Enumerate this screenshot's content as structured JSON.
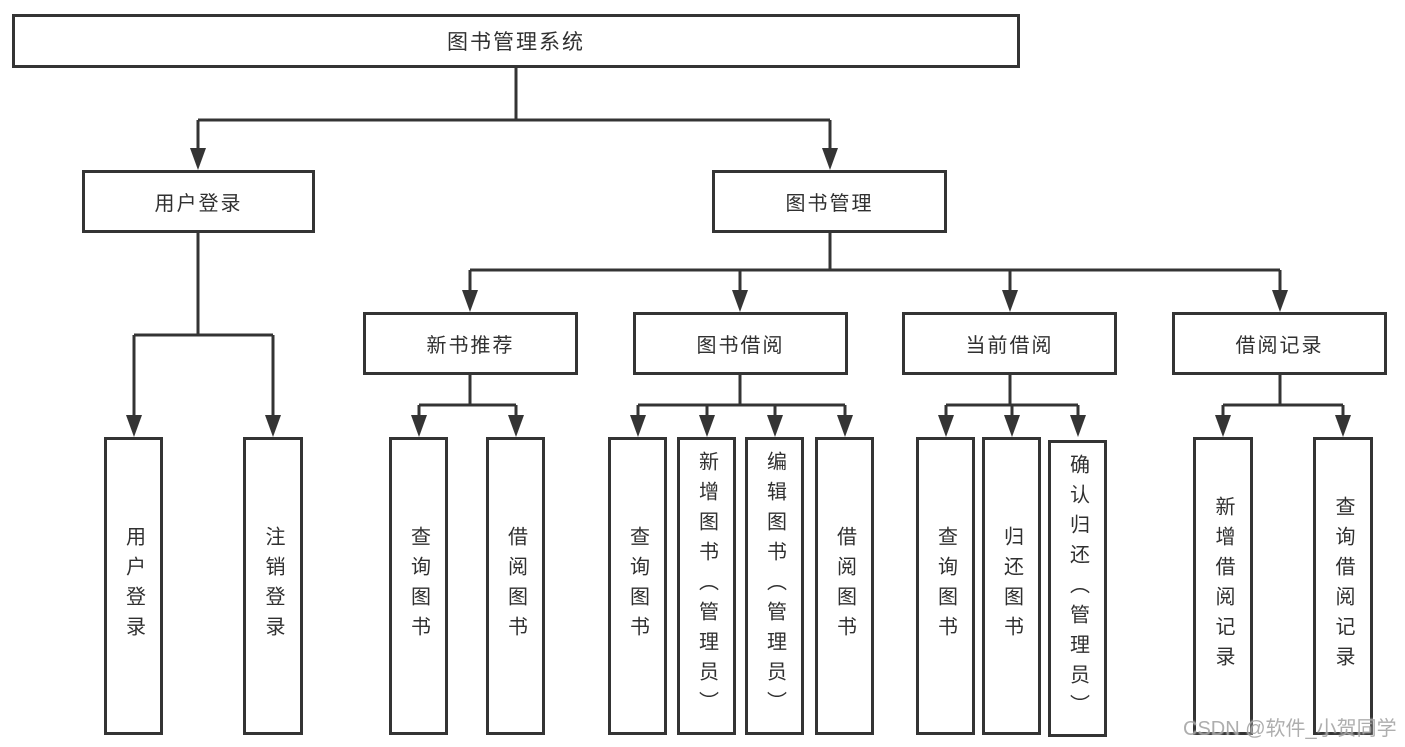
{
  "colors": {
    "line": "#343434",
    "border": "#343434",
    "text": "#303030",
    "background": "#ffffff",
    "watermark": "#a6a6a6"
  },
  "watermark": {
    "text": "CSDN @软件_小贺同学"
  },
  "tree": {
    "root": {
      "label": "图书管理系统"
    },
    "branches": [
      {
        "label": "用户登录",
        "children": [
          {
            "label": "用户登录"
          },
          {
            "label": "注销登录"
          }
        ]
      },
      {
        "label": "图书管理",
        "children": [
          {
            "label": "新书推荐",
            "children": [
              {
                "label": "查询图书"
              },
              {
                "label": "借阅图书"
              }
            ]
          },
          {
            "label": "图书借阅",
            "children": [
              {
                "label": "查询图书"
              },
              {
                "label": "新增图书（管理员）"
              },
              {
                "label": "编辑图书（管理员）"
              },
              {
                "label": "借阅图书"
              }
            ]
          },
          {
            "label": "当前借阅",
            "children": [
              {
                "label": "查询图书"
              },
              {
                "label": "归还图书"
              },
              {
                "label": "确认归还（管理员）"
              }
            ]
          },
          {
            "label": "借阅记录",
            "children": [
              {
                "label": "新增借阅记录"
              },
              {
                "label": "查询借阅记录"
              }
            ]
          }
        ]
      }
    ]
  }
}
